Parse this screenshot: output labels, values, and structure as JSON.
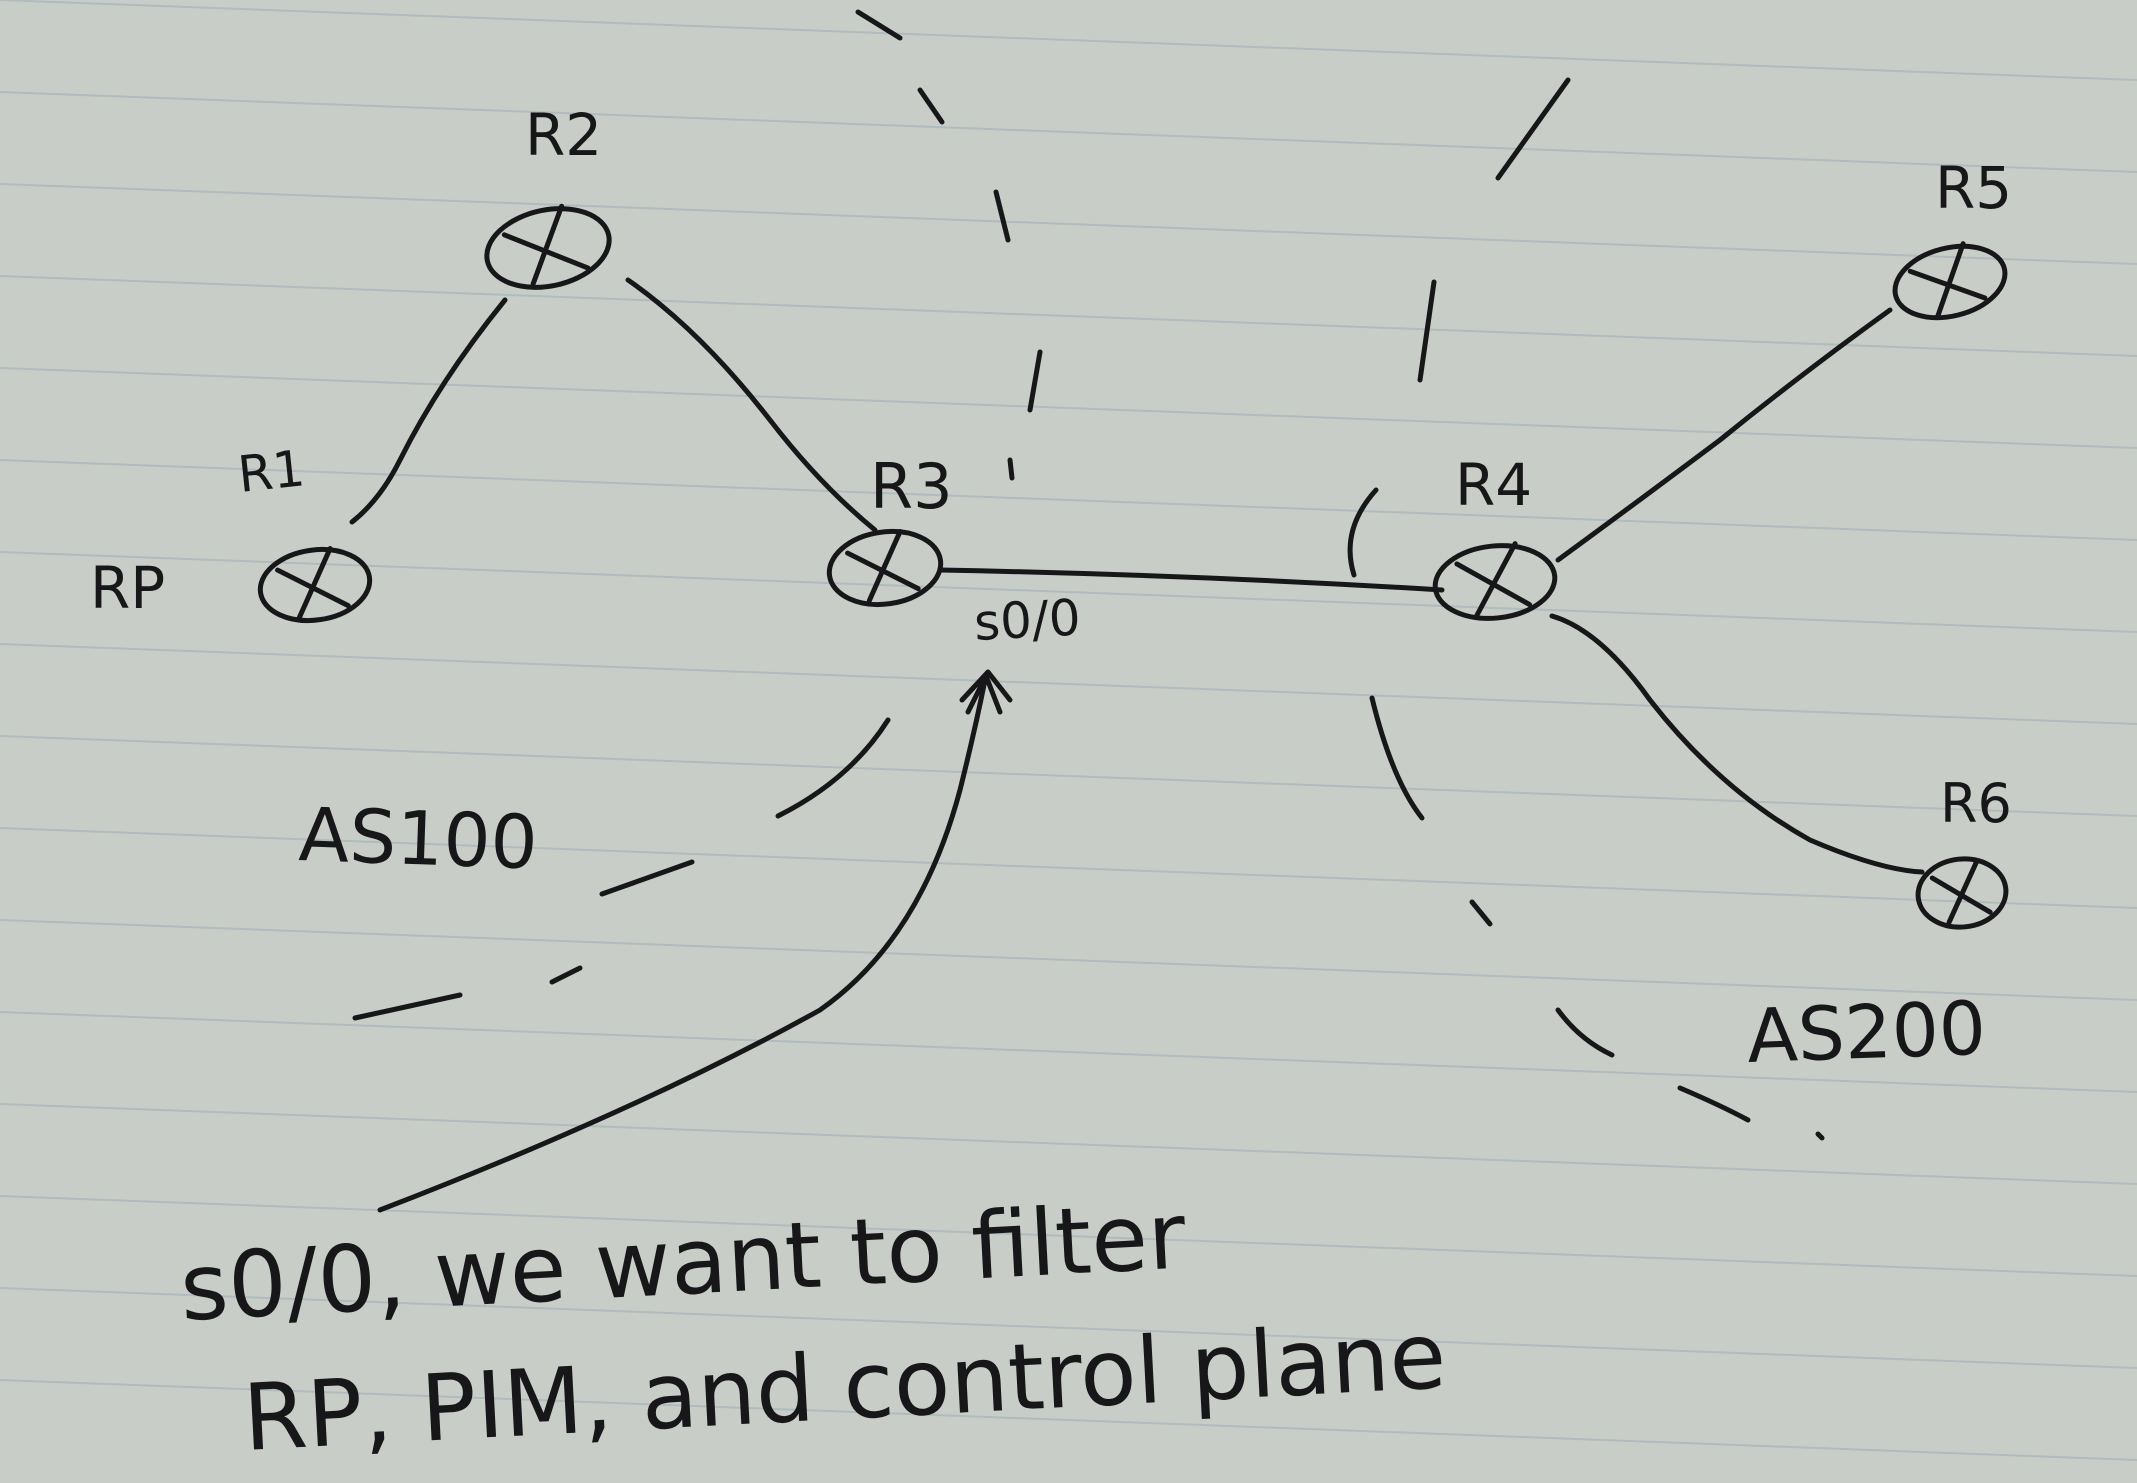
{
  "routers": [
    {
      "id": "r1",
      "label": "R1",
      "role_label": "RP"
    },
    {
      "id": "r2",
      "label": "R2"
    },
    {
      "id": "r3",
      "label": "R3"
    },
    {
      "id": "r4",
      "label": "R4"
    },
    {
      "id": "r5",
      "label": "R5"
    },
    {
      "id": "r6",
      "label": "R6"
    }
  ],
  "links": [
    {
      "from": "R1",
      "to": "R2"
    },
    {
      "from": "R2",
      "to": "R3"
    },
    {
      "from": "R3",
      "to": "R4"
    },
    {
      "from": "R4",
      "to": "R5"
    },
    {
      "from": "R4",
      "to": "R6"
    }
  ],
  "interface_label": "s0/0",
  "as_labels": {
    "left": "AS100",
    "right": "AS200"
  },
  "note": {
    "line1": "s0/0, we want to filter",
    "line2": "RP, PIM, and control plane"
  },
  "colors": {
    "paper": "#c9cdc8",
    "rule_line": "#9fb0b8",
    "ink": "#17171a"
  }
}
